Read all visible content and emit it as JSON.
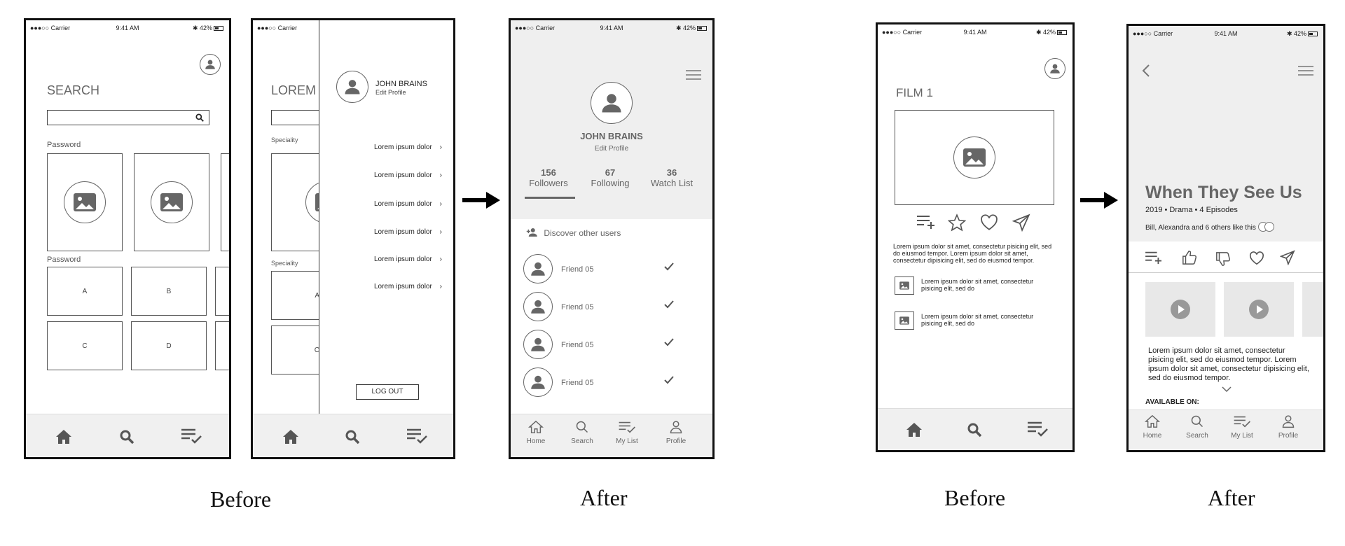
{
  "status": {
    "carrier": "●●●○○ Carrier",
    "time": "9:41 AM",
    "battery": "42%"
  },
  "screen1": {
    "title": "SEARCH",
    "section1": "Password",
    "section2": "Password",
    "tiles": [
      "A",
      "B",
      "C",
      "D"
    ]
  },
  "screen2": {
    "title_partial": "LOREM",
    "section1": "Speciality",
    "section2": "Speciality",
    "tiles": [
      "A",
      "C"
    ],
    "user_name": "JOHN BRAINS",
    "edit_profile": "Edit Profile",
    "menu_items": [
      "Lorem ipsum dolor",
      "Lorem ipsum dolor",
      "Lorem ipsum dolor",
      "Lorem ipsum dolor",
      "Lorem ipsum dolor",
      "Lorem ipsum dolor"
    ],
    "logout": "LOG OUT"
  },
  "screen3": {
    "user_name": "JOHN BRAINS",
    "edit_profile": "Edit Profile",
    "stats": [
      {
        "value": "156",
        "label": "Followers"
      },
      {
        "value": "67",
        "label": "Following"
      },
      {
        "value": "36",
        "label": "Watch List"
      }
    ],
    "discover": "Discover other users",
    "friends": [
      "Friend 05",
      "Friend 05",
      "Friend 05",
      "Friend 05"
    ],
    "tabs": [
      "Home",
      "Search",
      "My List",
      "Profile"
    ]
  },
  "screen4": {
    "title": "FILM 1",
    "description": "Lorem ipsum dolor sit amet, consectetur pisicing elit, sed do eiusmod tempor. Lorem ipsum dolor sit amet, consectetur dipisicing elit, sed do eiusmod tempor.",
    "items": [
      "Lorem ipsum dolor sit amet, consectetur pisicing elit, sed do",
      "Lorem ipsum dolor sit amet, consectetur pisicing elit, sed do"
    ]
  },
  "screen5": {
    "title": "When They See Us",
    "meta": "2019 • Drama • 4 Episodes",
    "likes": "Bill, Alexandra and 6 others like this",
    "description": "Lorem ipsum dolor sit amet, consectetur pisicing elit, sed do eiusmod tempor. Lorem ipsum dolor sit amet, consectetur dipisicing elit, sed do eiusmod tempor.",
    "available": "AVAILABLE ON:",
    "tabs": [
      "Home",
      "Search",
      "My List",
      "Profile"
    ]
  },
  "captions": {
    "before1": "Before",
    "after1": "After",
    "before2": "Before",
    "after2": "After"
  },
  "icons": [
    "home-icon",
    "search-icon",
    "list-check-icon",
    "user-icon",
    "image-icon",
    "chevron-right-icon",
    "check-icon",
    "add-user-icon",
    "menu-icon",
    "back-icon",
    "add-list-icon",
    "star-icon",
    "heart-icon",
    "send-icon",
    "thumbs-up-icon",
    "thumbs-down-icon",
    "play-icon",
    "chevron-down-icon",
    "arrow-right-icon"
  ]
}
